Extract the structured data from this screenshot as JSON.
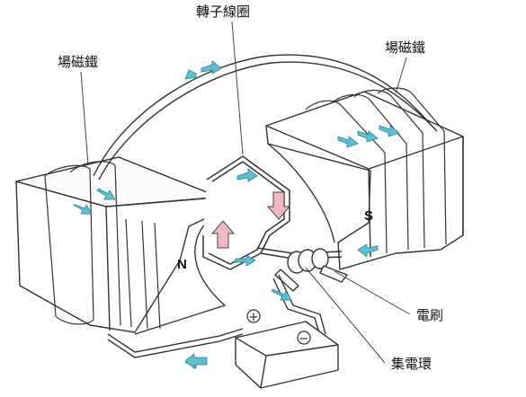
{
  "labels": {
    "rotor_coil": "轉子線圈",
    "field_magnet_left": "場磁鐵",
    "field_magnet_right": "場磁鐵",
    "brush": "電刷",
    "slip_ring": "集電環"
  },
  "poles": {
    "north": "N",
    "south": "S"
  },
  "battery": {
    "positive_symbol": "+",
    "negative_symbol": "−"
  },
  "colors": {
    "current_arrow": "#5bbfd6",
    "force_arrow": "#f2b9c4",
    "line": "#333333",
    "magnet_face": "#ffffff"
  }
}
